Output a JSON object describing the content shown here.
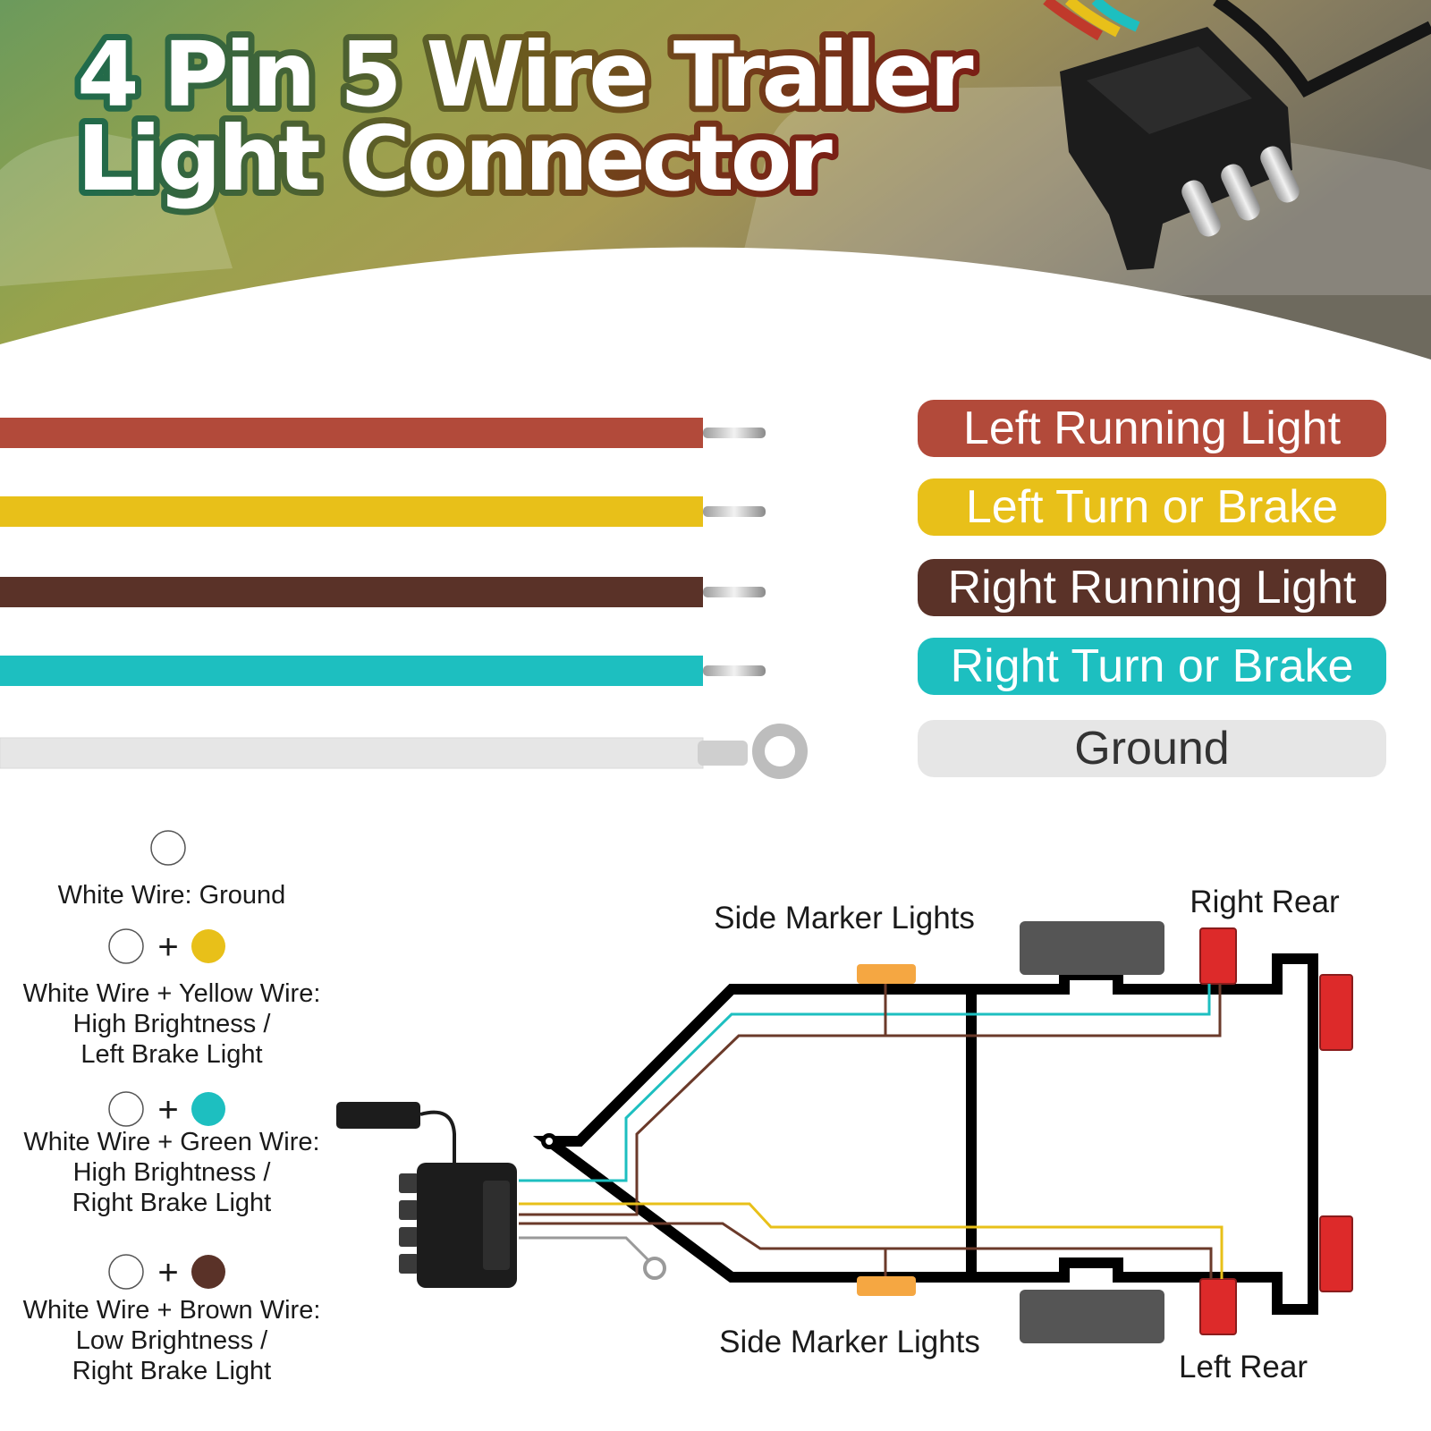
{
  "title": {
    "line1": "4 Pin 5 Wire Trailer",
    "line2": "Light Connector"
  },
  "wire_labels": [
    {
      "label": "Left Running Light",
      "wire_color": "#b24a3a",
      "text_color": "#ffffff"
    },
    {
      "label": "Left Turn or Brake",
      "wire_color": "#e8c019",
      "text_color": "#ffffff"
    },
    {
      "label": "Right Running Light",
      "wire_color": "#5a3228",
      "text_color": "#ffffff"
    },
    {
      "label": "Right Turn or Brake",
      "wire_color": "#1dbfc0",
      "text_color": "#ffffff"
    },
    {
      "label": "Ground",
      "wire_color": "#e6e6e6",
      "text_color": "#333333"
    }
  ],
  "legend": [
    {
      "swatches": [
        "#ffffff"
      ],
      "lines": [
        "White Wire: Ground"
      ]
    },
    {
      "swatches": [
        "#ffffff",
        "#e8c019"
      ],
      "lines": [
        "White Wire + Yellow Wire:",
        "High Brightness /",
        "Left Brake Light"
      ]
    },
    {
      "swatches": [
        "#ffffff",
        "#1dbfc0"
      ],
      "lines": [
        "White Wire + Green Wire:",
        "High Brightness /",
        "Right Brake Light"
      ]
    },
    {
      "swatches": [
        "#ffffff",
        "#5a3228"
      ],
      "lines": [
        "White Wire + Brown Wire:",
        "Low Brightness /",
        "Right Brake Light"
      ]
    }
  ],
  "legend_plus": "+",
  "diagram": {
    "side_marker_top": "Side Marker Lights",
    "side_marker_bottom": "Side Marker Lights",
    "right_rear": "Right Rear",
    "left_rear": "Left Rear"
  },
  "colors": {
    "marker_amber": "#f5a742",
    "tail_red": "#dd2a2a",
    "fender_gray": "#555555"
  }
}
